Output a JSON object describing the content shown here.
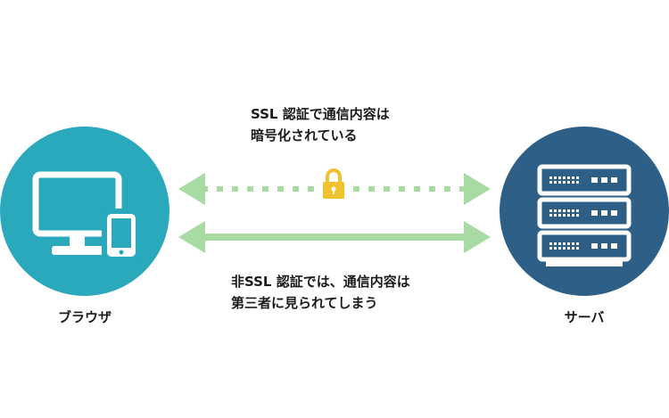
{
  "ssl_caption": {
    "line1": "SSL 認証で通信内容は",
    "line2": "暗号化されている"
  },
  "non_ssl_caption": {
    "line1": "非SSL 認証では、通信内容は",
    "line2": "第三者に見られてしまう"
  },
  "browser": {
    "label": "ブラウザ",
    "color": "#2aa9bd",
    "icon": "desktop-and-phone-icon"
  },
  "server": {
    "label": "サーバ",
    "color": "#2e5f86",
    "icon": "server-rack-icon"
  },
  "arrow_color": "#a8dba4",
  "lock": {
    "icon": "lock-icon",
    "color": "#f2c12e"
  }
}
